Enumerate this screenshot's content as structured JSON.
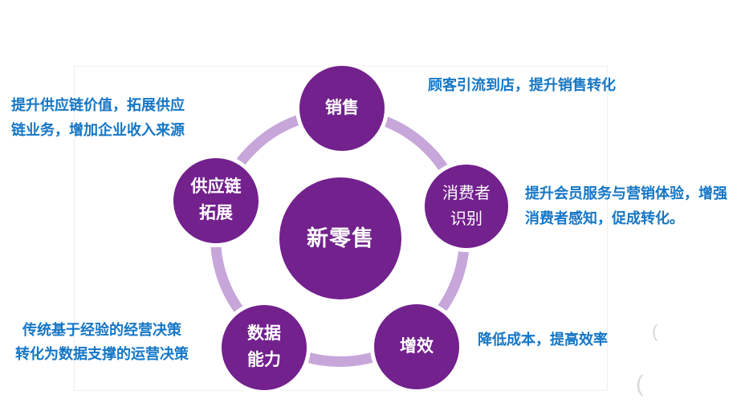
{
  "colors": {
    "primary_purple": "#72218D",
    "ring_purple": "#C7A6DA",
    "note_blue": "#1476C6",
    "frame_border": "#EFEFEF",
    "artifact_gray": "#D8D8D8"
  },
  "diagram": {
    "center": {
      "label": "新零售"
    },
    "nodes": [
      {
        "id": "sales",
        "label": "销售"
      },
      {
        "id": "consumer-recognition",
        "label": "消费者\n识别"
      },
      {
        "id": "efficiency",
        "label": "增效"
      },
      {
        "id": "data-capability",
        "label": "数据\n能力"
      },
      {
        "id": "supply-chain-expansion",
        "label": "供应链\n拓展"
      }
    ],
    "notes": [
      {
        "id": "supply-chain-note",
        "text": "提升供应链价值，拓展供应\n链业务，增加企业收入来源"
      },
      {
        "id": "sales-note",
        "text": "顾客引流到店，提升销售转化"
      },
      {
        "id": "consumer-note",
        "text": "提升会员服务与营销体验，增强\n消费者感知，促成转化。"
      },
      {
        "id": "data-note",
        "text": "传统基于经验的经营决策\n转化为数据支撑的运营决策"
      },
      {
        "id": "efficiency-note",
        "text": "降低成本，提高效率"
      }
    ],
    "artifacts": [
      {
        "id": "paren-1",
        "glyph": "("
      },
      {
        "id": "paren-2",
        "glyph": "("
      }
    ]
  }
}
